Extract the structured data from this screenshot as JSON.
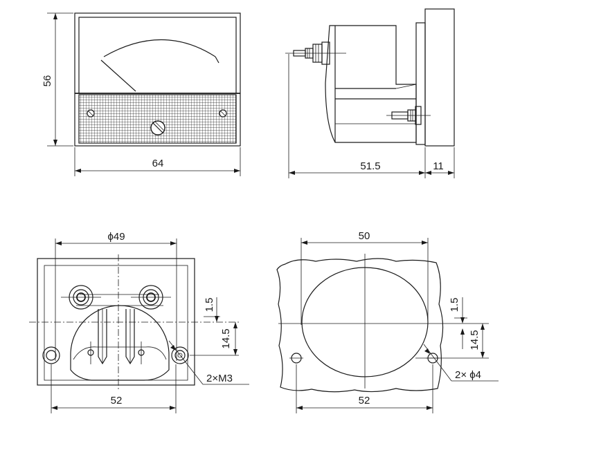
{
  "front_view": {
    "height_label": "56",
    "width_label": "64"
  },
  "side_view": {
    "depth_label": "51.5",
    "flange_label": "11"
  },
  "rear_view": {
    "diameter_label": "ϕ49",
    "offset_label": "1.5",
    "spacing_label": "14.5",
    "hole_spacing_label": "52",
    "screw_label": "2×M3"
  },
  "cutout_view": {
    "width_label": "50",
    "offset_label": "1.5",
    "spacing_label": "14.5",
    "hole_spacing_label": "52",
    "hole_label": "2× ϕ4"
  },
  "colors": {
    "line": "#1a1a1a",
    "background": "#ffffff"
  }
}
